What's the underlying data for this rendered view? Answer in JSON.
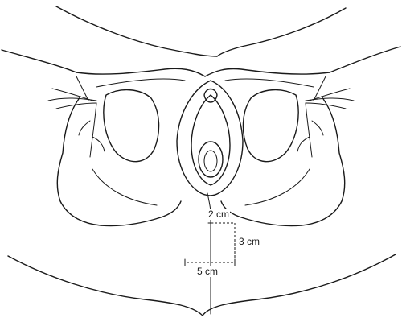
{
  "labels": {
    "top_width": "2 cm",
    "depth": "3 cm",
    "bottom_width": "5 cm"
  }
}
